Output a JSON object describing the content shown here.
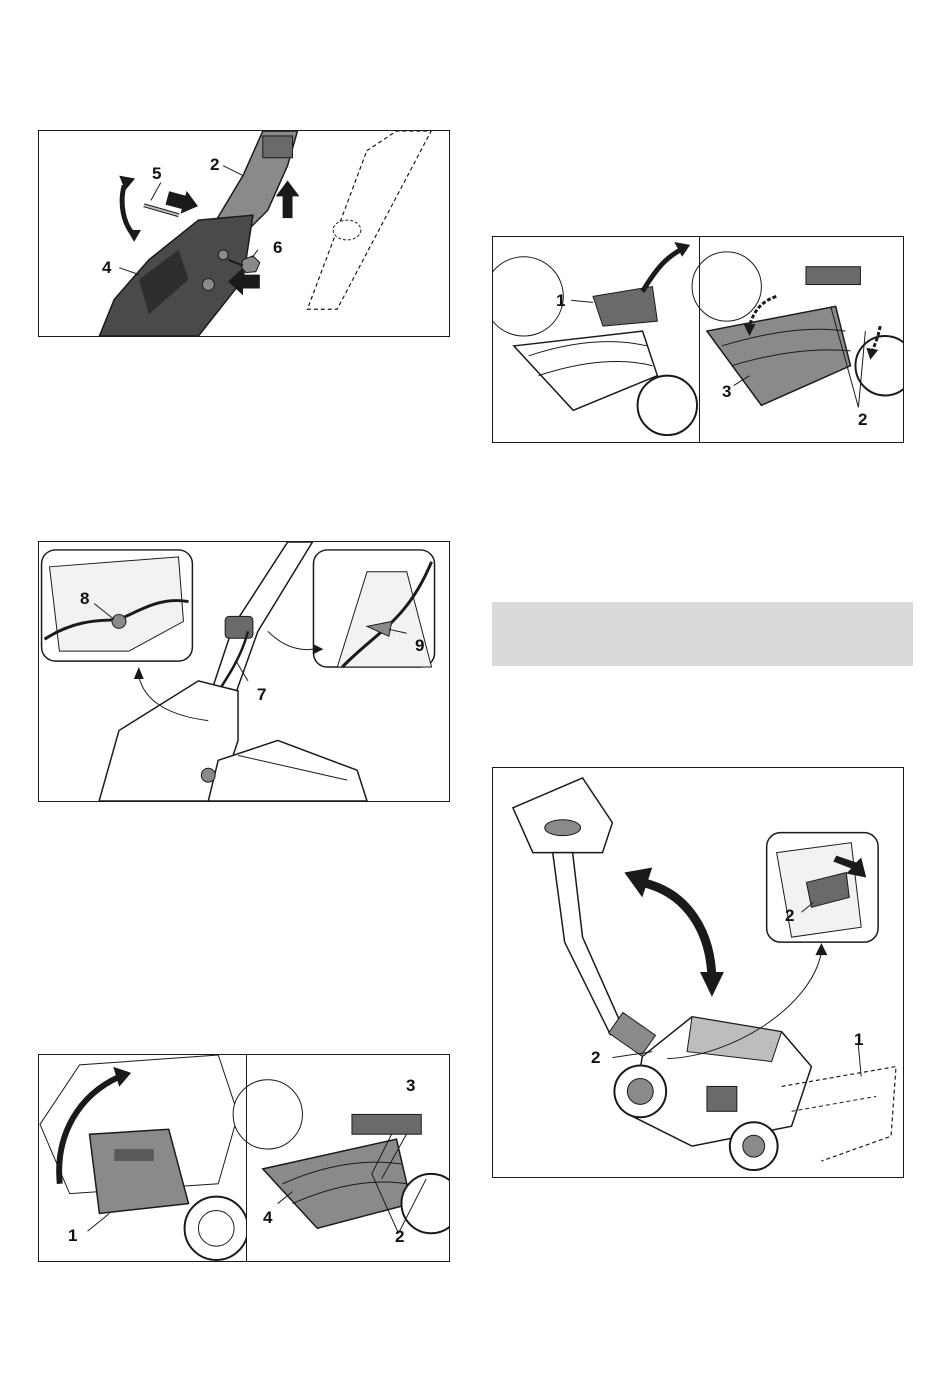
{
  "figures": {
    "handle_mount": {
      "callouts": {
        "c2": "2",
        "c4": "4",
        "c5": "5",
        "c6": "6"
      }
    },
    "cable_routing": {
      "callouts": {
        "c7": "7",
        "c8": "8",
        "c9": "9"
      }
    },
    "flap_install": {
      "callouts": {
        "c1": "1",
        "c2": "2",
        "c3": "3",
        "c4": "4"
      }
    },
    "deflector_install": {
      "callouts": {
        "c1": "1",
        "c2": "2",
        "c3": "3"
      }
    },
    "handle_fold": {
      "callouts": {
        "c1": "1",
        "c2a": "2",
        "c2b": "2"
      }
    }
  },
  "colors": {
    "line": "#1a1a1a",
    "part_dark": "#4a4a4a",
    "part_mid": "#8a8a8a",
    "part_light": "#bdbdbd",
    "band": "#d9d9d9"
  }
}
